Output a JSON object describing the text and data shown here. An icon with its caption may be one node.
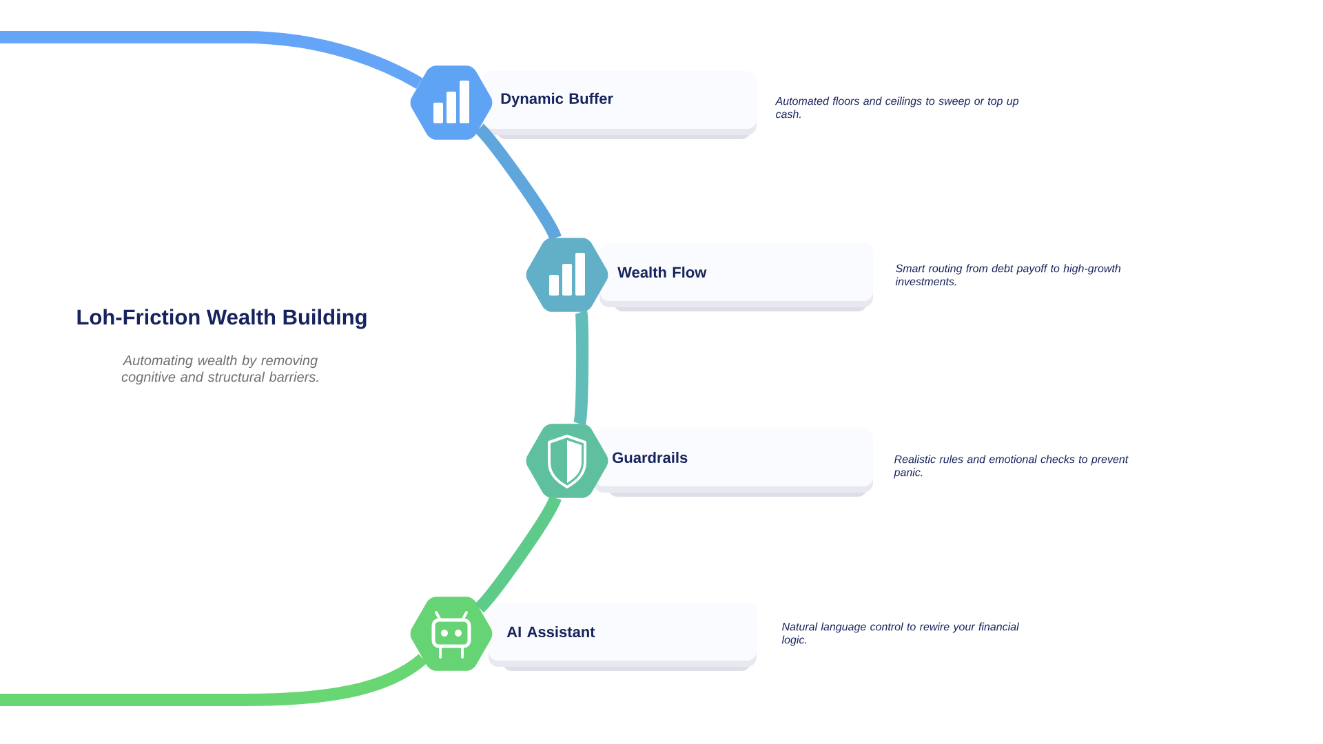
{
  "diagram": {
    "title": "Loh-Friction Wealth Building",
    "caption": "Automating wealth by removing cognitive and structural barriers.",
    "nodes": [
      {
        "text": [
          "Dynamic Buffer"
        ],
        "beside": [
          "Automated floors and ceilings to sweep or top up cash."
        ]
      },
      {
        "text": [
          "Wealth Flow"
        ],
        "beside": [
          "Smart routing from debt payoff to high-growth investments."
        ]
      },
      {
        "text": [
          "Guardrails"
        ],
        "beside": [
          "Realistic rules and emotional checks to prevent panic."
        ]
      },
      {
        "text": [
          "AI Assistant"
        ],
        "beside": [
          "Natural language control to rewire your financial logic."
        ]
      }
    ],
    "edges": [
      {
        "from": null,
        "to": 0,
        "arrow": "none",
        "color": "#64a5f7"
      },
      {
        "from": 0,
        "to": 1,
        "arrow": "none",
        "color": "#5fa6dd"
      },
      {
        "from": 1,
        "to": 2,
        "arrow": "none",
        "color": "#62bdb8"
      },
      {
        "from": 2,
        "to": 3,
        "arrow": "none",
        "color": "#5fcb8a"
      },
      {
        "from": 3,
        "to": null,
        "arrow": "none",
        "color": "#68d672"
      }
    ]
  }
}
